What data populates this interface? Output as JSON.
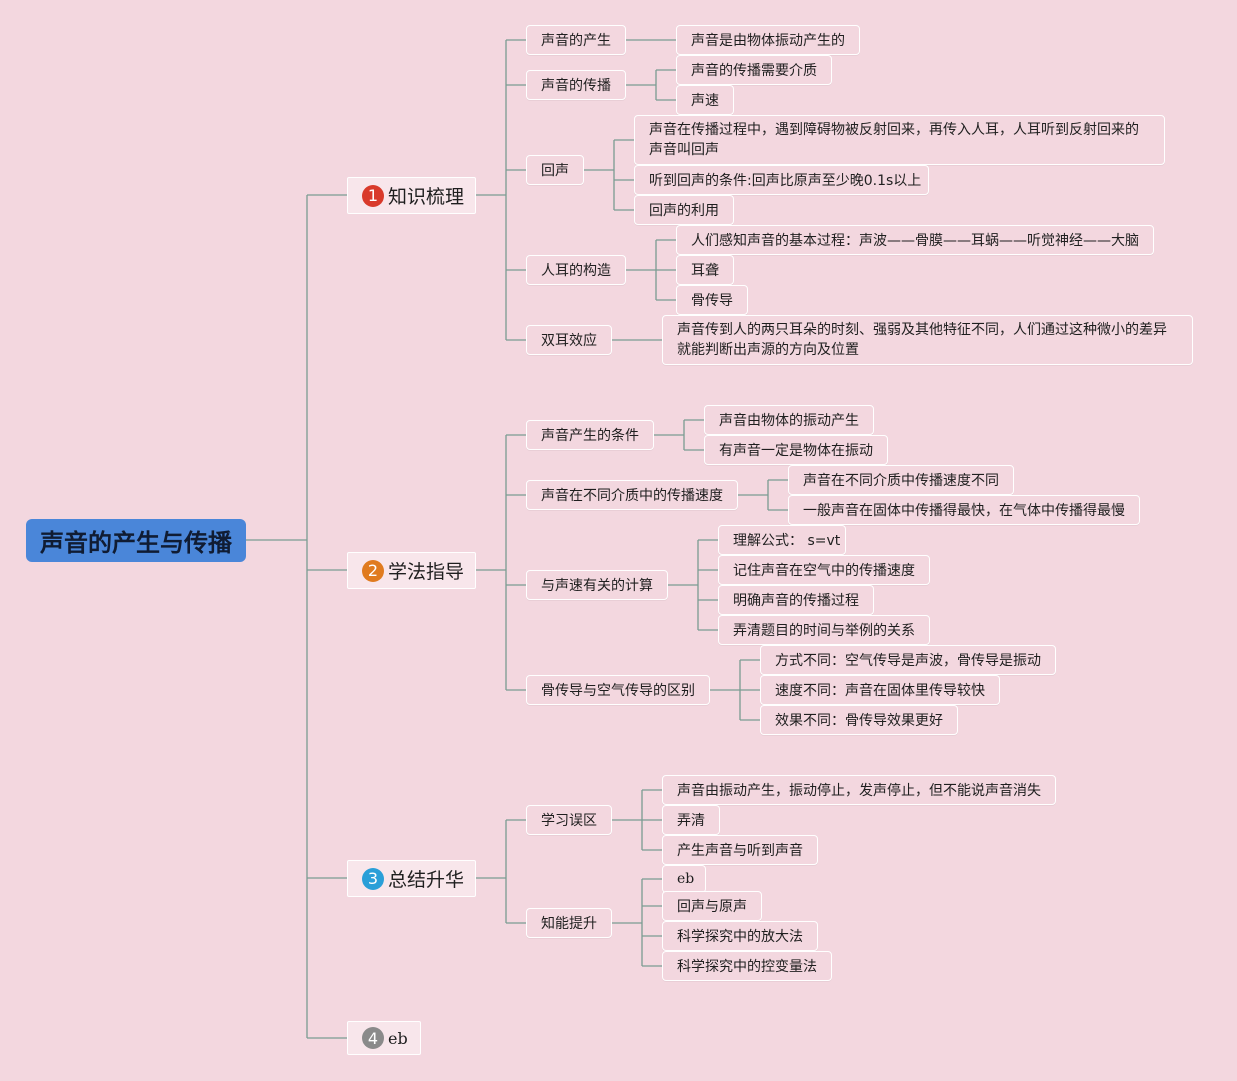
{
  "root": {
    "label": "声音的产生与传播",
    "color": "#4a86d9"
  },
  "line_color": "#7a9c92",
  "sections": [
    {
      "num": "1",
      "badge_color": "#d93a2b",
      "label": "知识梳理"
    },
    {
      "num": "2",
      "badge_color": "#e07b1f",
      "label": "学法指导"
    },
    {
      "num": "3",
      "badge_color": "#2a9fd8",
      "label": "总结升华"
    },
    {
      "num": "4",
      "badge_color": "#8a8a8a",
      "label": "eb"
    }
  ],
  "s1": {
    "b1": {
      "label": "声音的产生",
      "c": [
        "声音是由物体振动产生的"
      ]
    },
    "b2": {
      "label": "声音的传播",
      "c": [
        "声音的传播需要介质",
        "声速"
      ]
    },
    "b3": {
      "label": "回声",
      "c": [
        "声音在传播过程中，遇到障碍物被反射回来，再传入人耳，人耳听到反射回来的声音叫回声",
        "听到回声的条件:回声比原声至少晚0.1s以上",
        "回声的利用"
      ]
    },
    "b4": {
      "label": "人耳的构造",
      "c": [
        "人们感知声音的基本过程：声波——骨膜——耳蜗——听觉神经——大脑",
        "耳聋",
        "骨传导"
      ]
    },
    "b5": {
      "label": "双耳效应",
      "c": [
        "声音传到人的两只耳朵的时刻、强弱及其他特征不同，人们通过这种微小的差异就能判断出声源的方向及位置"
      ]
    }
  },
  "s2": {
    "b1": {
      "label": "声音产生的条件",
      "c": [
        "声音由物体的振动产生",
        "有声音一定是物体在振动"
      ]
    },
    "b2": {
      "label": "声音在不同介质中的传播速度",
      "c": [
        "声音在不同介质中传播速度不同",
        "一般声音在固体中传播得最快，在气体中传播得最慢"
      ]
    },
    "b3": {
      "label": "与声速有关的计算",
      "c": [
        "理解公式： s=vt",
        "记住声音在空气中的传播速度",
        "明确声音的传播过程",
        "弄清题目的时间与举例的关系"
      ]
    },
    "b4": {
      "label": "骨传导与空气传导的区别",
      "c": [
        "方式不同：空气传导是声波，骨传导是振动",
        "速度不同：声音在固体里传导较快",
        "效果不同：骨传导效果更好"
      ]
    }
  },
  "s3": {
    "b1": {
      "label": "学习误区",
      "c": [
        "声音由振动产生，振动停止，发声停止，但不能说声音消失",
        "弄清",
        "产生声音与听到声音"
      ]
    },
    "b2": {
      "label": "知能提升",
      "c": [
        "eb",
        "回声与原声",
        "科学探究中的放大法",
        "科学探究中的控变量法"
      ]
    }
  }
}
